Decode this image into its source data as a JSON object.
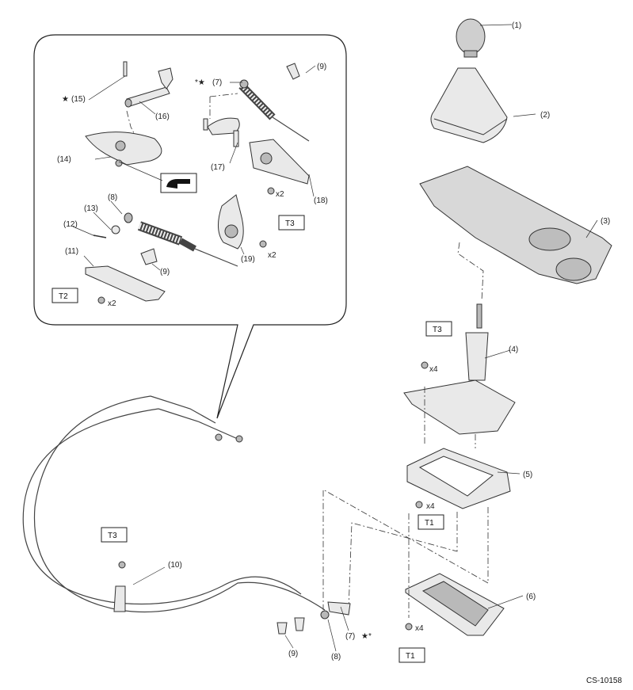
{
  "diagram_code": "CS-10158",
  "torque_boxes": [
    "T1",
    "T1",
    "T2",
    "T3",
    "T3",
    "T3"
  ],
  "callouts": {
    "c1": "(1)",
    "c2": "(2)",
    "c3": "(3)",
    "c4": "(4)",
    "c5": "(5)",
    "c6": "(6)",
    "c7_inset": "(7)",
    "c7_main": "(7)",
    "c8_inset": "(8)",
    "c8_main": "(8)",
    "c9_top": "(9)",
    "c9_inset": "(9)",
    "c9_main": "(9)",
    "c10": "(10)",
    "c11": "(11)",
    "c12": "(12)",
    "c13": "(13)",
    "c14": "(14)",
    "c15": "(15)",
    "c16": "(16)",
    "c17": "(17)",
    "c18": "(18)",
    "c19": "(19)"
  },
  "quantities": {
    "q_x2_t2": "x2",
    "q_x2_18": "x2",
    "q_x2_19": "x2",
    "q_x4_4": "x4",
    "q_x4_5": "x4",
    "q_x4_6": "x4"
  },
  "symbols": {
    "star": "★",
    "star_asterisk": "*★",
    "star_asterisk_after": "★*"
  }
}
